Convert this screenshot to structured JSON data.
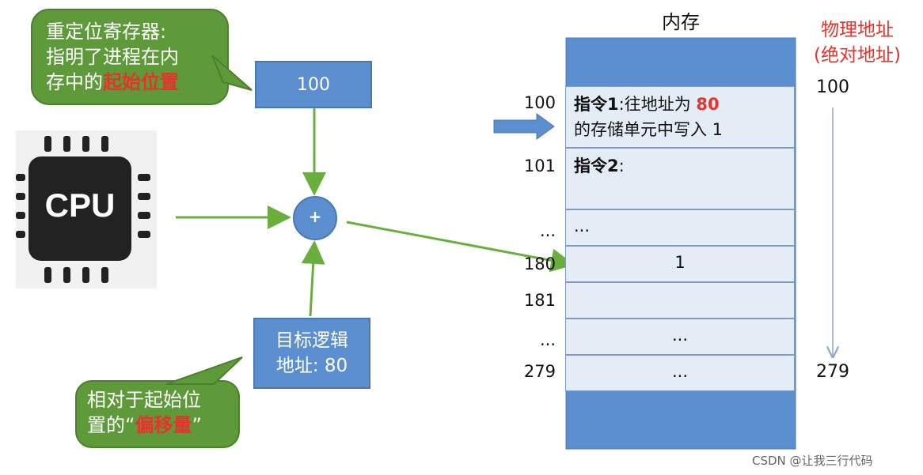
{
  "register_callout": {
    "line1": "重定位寄存器:",
    "line2": "指明了进程在内",
    "line3_prefix": "存中的",
    "line3_highlight": "起始位置"
  },
  "base_register_value": "100",
  "cpu_label": "CPU",
  "adder_symbol": "+",
  "logical_address_box": {
    "line1": "目标逻辑",
    "line2": "地址: 80"
  },
  "offset_callout": {
    "line1": "相对于起始位",
    "line2_prefix": "置的“",
    "line2_highlight": "偏移量",
    "line2_suffix": "”"
  },
  "memory_title": "内存",
  "physical_address_title": {
    "line1": "物理地址",
    "line2": "(绝对地址)"
  },
  "memory_rows": [
    {
      "address": "100",
      "label": "指令1",
      "sep": ":",
      "text1": "往地址为 ",
      "highlight": "80",
      "text2": "的存储单元中写入 1"
    },
    {
      "address": "101",
      "label": "指令2",
      "sep": ":"
    },
    {
      "address": "...",
      "content": "..."
    },
    {
      "address": "180",
      "content": "1"
    },
    {
      "address": "181",
      "content": ""
    },
    {
      "address": "...",
      "content": "..."
    },
    {
      "address": "279",
      "content": "..."
    }
  ],
  "physical_range": {
    "start": "100",
    "end": "279"
  },
  "watermark": "CSDN @让我三行代码",
  "colors": {
    "callout_green": "#5e9a3a",
    "box_blue": "#5b8fcf",
    "memory_cell": "#e4ecf6",
    "highlight_red": "#e8322a",
    "arrow_green": "#6aaf3d"
  }
}
